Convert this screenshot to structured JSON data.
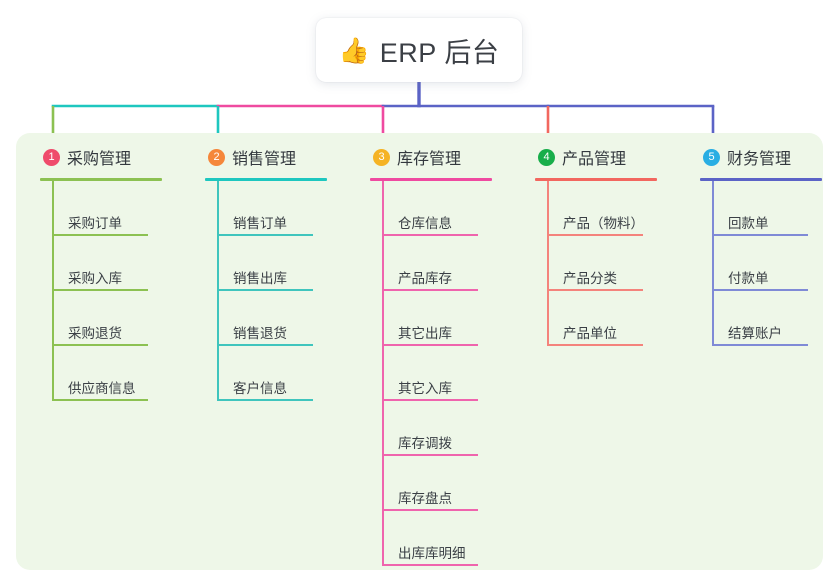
{
  "root": {
    "icon": "thumbs-up-icon",
    "emoji": "👍",
    "label": "ERP 后台"
  },
  "panel": {
    "background": "#eef7e8"
  },
  "stem_color": "#5b63c6",
  "columns": [
    {
      "number": "1",
      "title": "采购管理",
      "badge_color": "#ef4b6b",
      "rule_color": "#8cc152",
      "line_color": "#8cc152",
      "bus_color": "#8cc152",
      "items": [
        "采购订单",
        "采购入库",
        "采购退货",
        "供应商信息"
      ]
    },
    {
      "number": "2",
      "title": "销售管理",
      "badge_color": "#f5873a",
      "rule_color": "#1ec7bf",
      "line_color": "#3fc5bd",
      "bus_color": "#1ec7bf",
      "items": [
        "销售订单",
        "销售出库",
        "销售退货",
        "客户信息"
      ]
    },
    {
      "number": "3",
      "title": "库存管理",
      "badge_color": "#f5b324",
      "rule_color": "#ef4aa0",
      "line_color": "#ef64ad",
      "bus_color": "#ef4aa0",
      "items": [
        "仓库信息",
        "产品库存",
        "其它出库",
        "其它入库",
        "库存调拨",
        "库存盘点",
        "出库库明细"
      ]
    },
    {
      "number": "4",
      "title": "产品管理",
      "badge_color": "#18ae4a",
      "rule_color": "#f2675f",
      "line_color": "#f4837c",
      "bus_color": "#5b63c6",
      "items": [
        "产品（物料）",
        "产品分类",
        "产品单位"
      ]
    },
    {
      "number": "5",
      "title": "财务管理",
      "badge_color": "#29aee3",
      "rule_color": "#5b63c6",
      "line_color": "#7f8ad6",
      "bus_color": "#5b63c6",
      "items": [
        "回款单",
        "付款单",
        "结算账户"
      ]
    }
  ]
}
